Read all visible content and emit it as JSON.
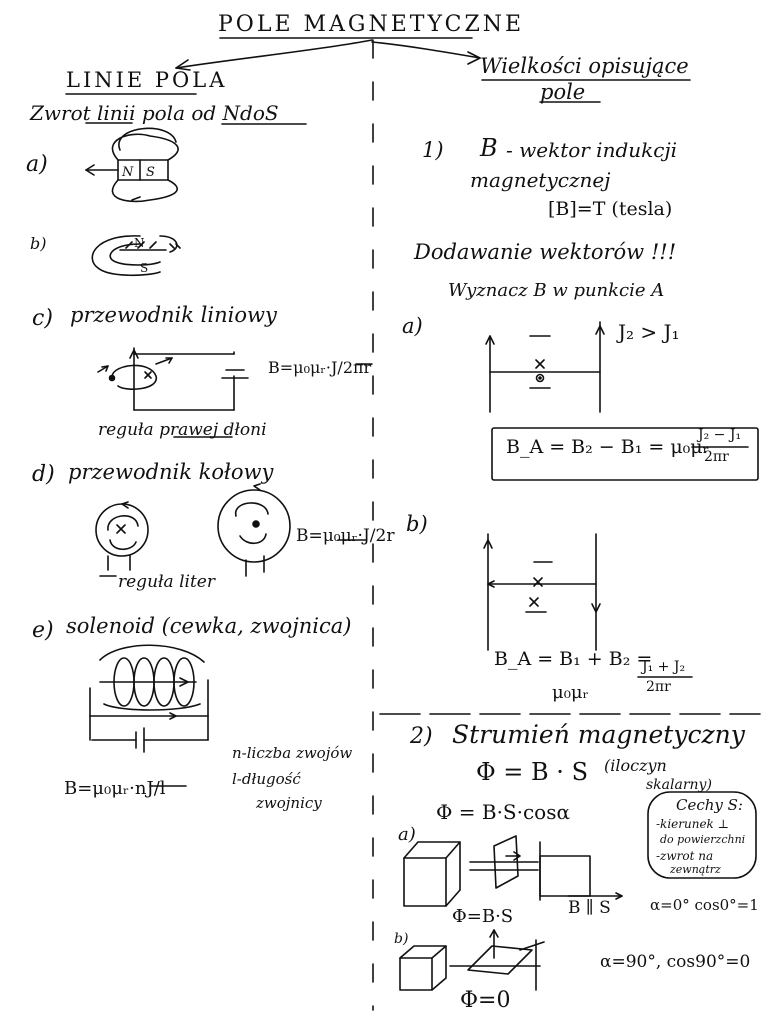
{
  "title": "POLE MAGNETYCZNE",
  "left": {
    "heading": "LINIE POLA",
    "direction_note": "Zwrot linii pola od NdoS",
    "items": [
      {
        "label": "a)"
      },
      {
        "label": "b)"
      },
      {
        "label": "c)",
        "text": "przewodnik liniowy",
        "formula": "B=μ₀μᵣ·J/2πr",
        "rule": "reguła prawej dłoni"
      },
      {
        "label": "d)",
        "text": "przewodnik kołowy",
        "formula": "B=μ₀μᵣ·J/2r",
        "rule": "reguła liter"
      },
      {
        "label": "e)",
        "text": "solenoid (cewka, zwojnica)",
        "formula": "B=μ₀μᵣ·nJ/l",
        "notes": [
          "n-liczba zwojów",
          "l-długość",
          "zwojnicy"
        ]
      }
    ]
  },
  "right": {
    "heading_line1": "Wielkości opisujące",
    "heading_line2": "pole",
    "section1": {
      "number": "1)",
      "vector": "B",
      "text_line1": "- wektor indukcji",
      "text_line2": "magnetycznej",
      "unit": "[B]=T (tesla)",
      "adding_title": "Dodawanie wektorów !!!",
      "adding_task": "Wyznacz B w punkcie A",
      "a": {
        "label": "a)",
        "relation": "J₂ > J₁",
        "formula_lhs": "B_A = B₂ − B₁ = μ₀μᵣ",
        "frac_num": "J₂ − J₁",
        "frac_den": "2πr"
      },
      "b": {
        "label": "b)",
        "formula_lhs": "B_A = B₁ + B₂ =",
        "formula2": "μ₀μᵣ",
        "frac_num": "J₁ + J₂",
        "frac_den": "2πr"
      }
    },
    "section2": {
      "number": "2)",
      "title": "Strumień magnetyczny",
      "formula": "Φ = B · S",
      "formula_note_line1": "(iloczyn",
      "formula_note_line2": "skalarny)",
      "cos_formula": "Φ = B·S·cosα",
      "features_title": "Cechy S:",
      "features": [
        "-kierunek ⊥",
        "do powierzchni",
        "-zwrot na",
        "zewnątrz"
      ],
      "a": {
        "label": "a)",
        "parallel": "B ∥ S",
        "angle": "α=0° cos0°=1",
        "result": "Φ=B·S"
      },
      "b": {
        "label": "b)",
        "angle": "α=90°, cos90°=0",
        "result": "Φ=0"
      }
    }
  }
}
